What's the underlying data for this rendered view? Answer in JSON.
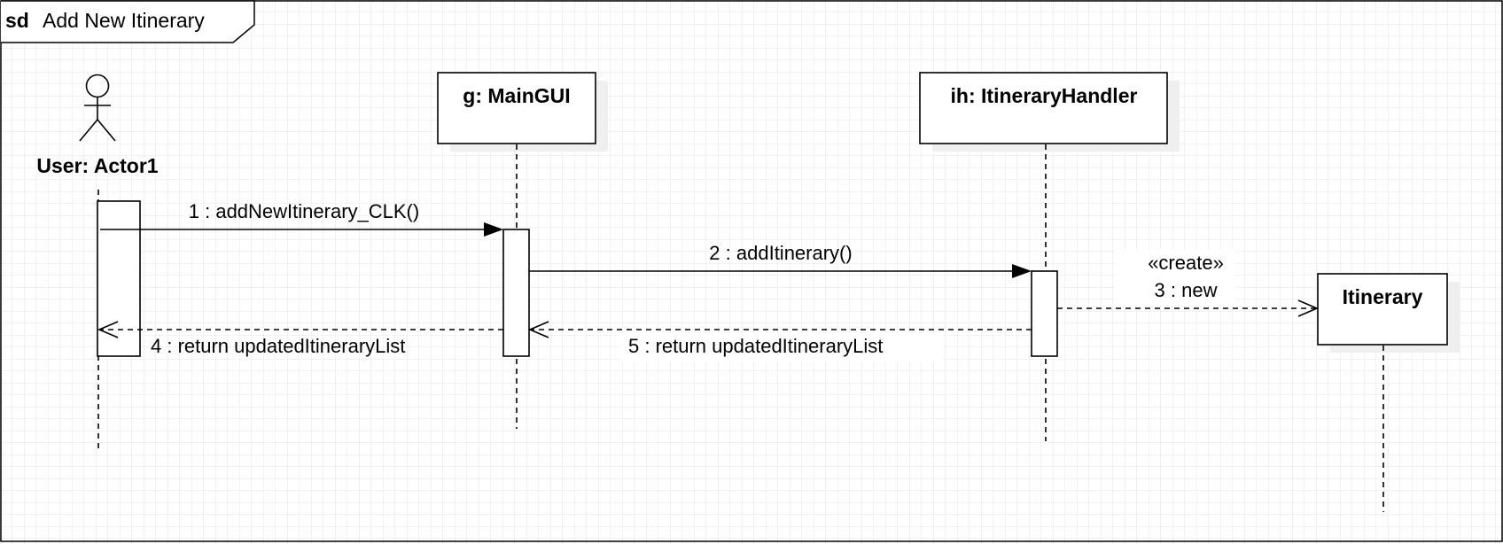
{
  "frame": {
    "keyword": "sd",
    "title": "Add New Itinerary"
  },
  "lifelines": [
    {
      "id": "user",
      "label": "User: Actor1",
      "kind": "actor"
    },
    {
      "id": "gui",
      "label": "g: MainGUI",
      "kind": "object"
    },
    {
      "id": "handler",
      "label": "ih: ItineraryHandler",
      "kind": "object"
    },
    {
      "id": "itinerary",
      "label": "Itinerary",
      "kind": "object"
    }
  ],
  "messages": [
    {
      "label": "1 : addNewItinerary_CLK()",
      "from": "user",
      "to": "gui",
      "style": "synchronous"
    },
    {
      "label": "2 : addItinerary()",
      "from": "gui",
      "to": "handler",
      "style": "synchronous"
    },
    {
      "stereotype": "«create»",
      "label": "3 : new",
      "from": "handler",
      "to": "itinerary",
      "style": "create"
    },
    {
      "label": "4 : return updatedItineraryList",
      "from": "gui",
      "to": "user",
      "style": "return"
    },
    {
      "label": "5 : return updatedItineraryList",
      "from": "handler",
      "to": "gui",
      "style": "return"
    }
  ],
  "colors": {
    "line": "#000000",
    "grid": "#e6e6e6",
    "shadow": "#efefef",
    "box_fill": "#ffffff"
  }
}
